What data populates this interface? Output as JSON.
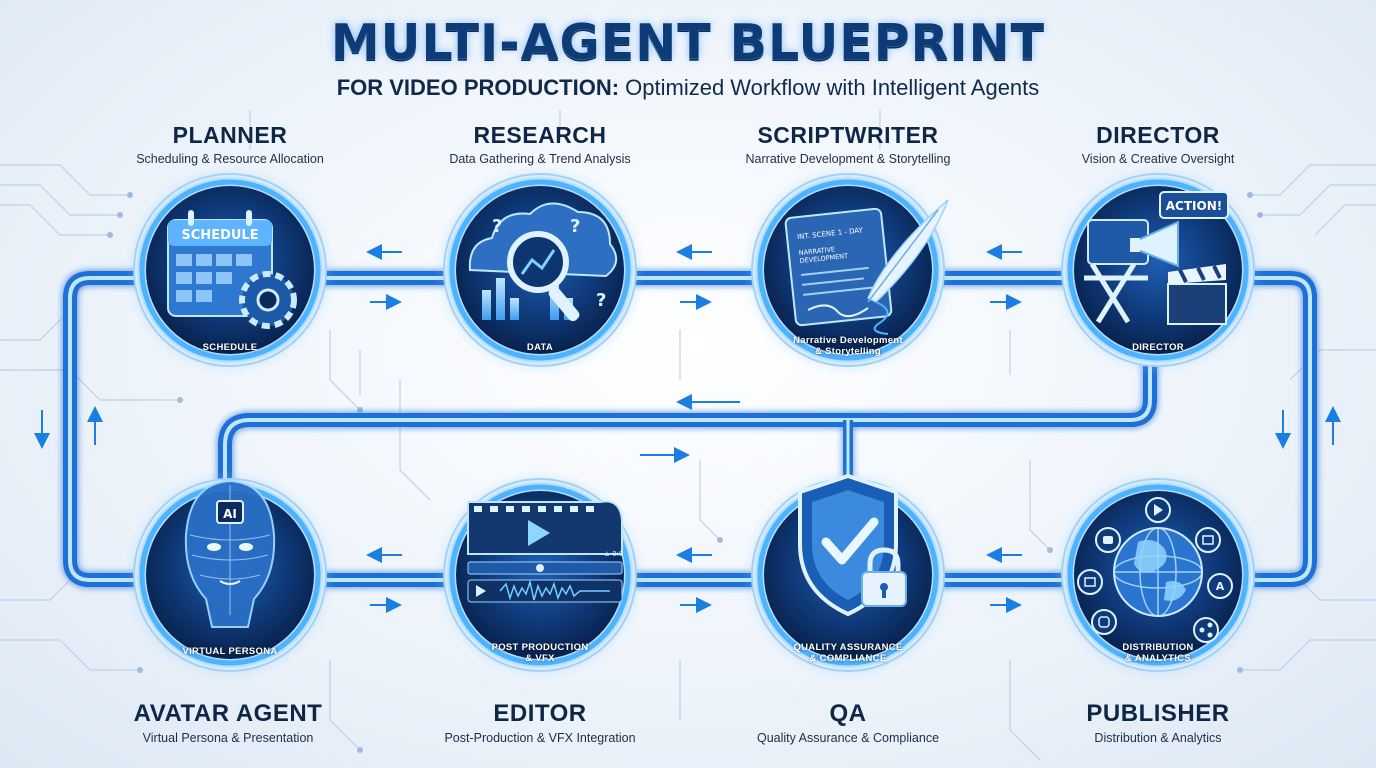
{
  "header": {
    "title": "MULTI-AGENT BLUEPRINT",
    "subtitle_strong": "FOR VIDEO PRODUCTION:",
    "subtitle_rest": " Optimized Workflow with Intelligent Agents"
  },
  "nodes": [
    {
      "name": "PLANNER",
      "desc": "Scheduling & Resource Allocation",
      "caption": "SCHEDULE",
      "icon_label": "SCHEDULE",
      "icon": "calendar-gear-icon"
    },
    {
      "name": "RESEARCH",
      "desc": "Data Gathering & Trend Analysis",
      "caption": "DATA",
      "icon": "cloud-magnifier-chart-icon"
    },
    {
      "name": "SCRIPTWRITER",
      "desc": "Narrative Development & Storytelling",
      "caption": "Narrative Development\n& Storytelling",
      "icon_label_1": "INT. SCENE 1 - DAY",
      "icon_label_2": "NARRATIVE",
      "icon_label_3": "DEVELOPMENT",
      "icon": "script-quill-icon"
    },
    {
      "name": "DIRECTOR",
      "desc": "Vision & Creative Oversight",
      "caption": "DIRECTOR",
      "icon_label": "ACTION!",
      "icon": "director-chair-megaphone-icon"
    },
    {
      "name": "AVATAR AGENT",
      "desc": "Virtual Persona & Presentation",
      "caption": "VIRTUAL PERSONA",
      "icon_label": "AI",
      "icon": "ai-head-icon"
    },
    {
      "name": "EDITOR",
      "desc": "Post-Production & VFX Integration",
      "caption": "POST PRODUCTION\n& VFX",
      "icon_label": "± 0:0",
      "icon": "film-timeline-icon"
    },
    {
      "name": "QA",
      "desc": "Quality Assurance & Compliance",
      "caption": "QUALITY ASSURANCE\n& COMPLIANCE",
      "icon": "shield-check-lock-icon"
    },
    {
      "name": "PUBLISHER",
      "desc": "Distribution & Analytics",
      "caption": "DISTRIBUTION\n& ANALYTICS",
      "icon": "globe-social-icon"
    }
  ],
  "colors": {
    "title": "#0d3b78",
    "pipe_glow": "#3aa0ff",
    "pipe_core": "#bfe6ff",
    "circle_dark": "#0a2a5c",
    "circle_ring": "#4db3ff"
  }
}
